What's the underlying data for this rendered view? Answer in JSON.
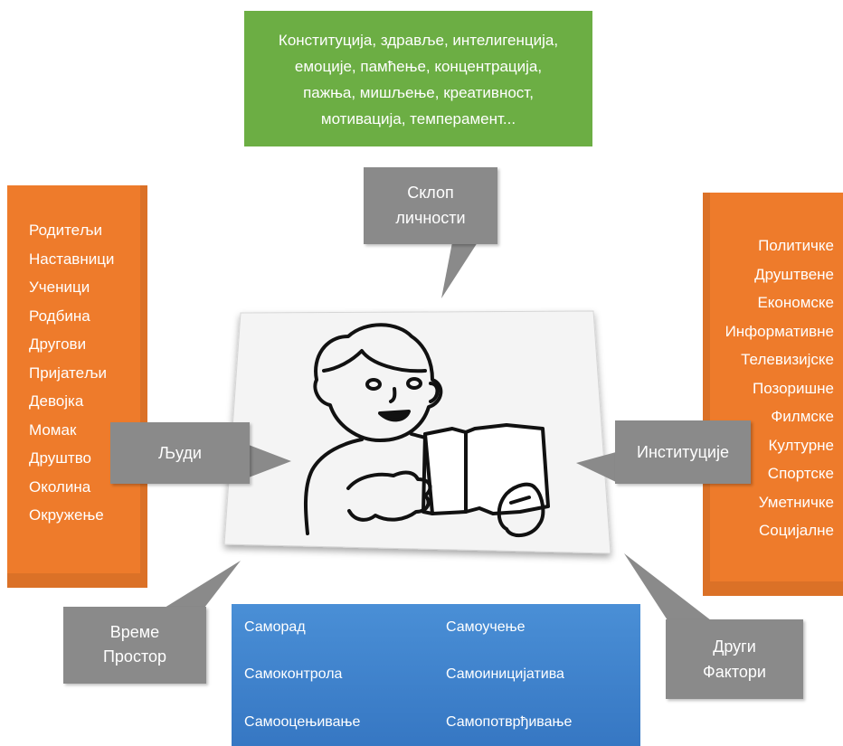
{
  "personality_box": {
    "lines": [
      "Конституција, здравље, интелигенција,",
      "емоције, памћење, концентрација,",
      "пажња, мишљење, креативност,",
      "мотивација, темперамент..."
    ]
  },
  "callouts": {
    "personality": [
      "Склоп",
      "личности"
    ],
    "people": "Људи",
    "institutions": "Институције",
    "time_space": [
      "Време",
      "Простор"
    ],
    "other_factors": [
      "Други",
      "Фактори"
    ]
  },
  "people_list": [
    "Родитељи",
    "Наставници",
    "Ученици",
    "Родбина",
    "Другови",
    "Пријатељи",
    "Девојка",
    "Момак",
    "Друштво",
    "Околина",
    "Окружење"
  ],
  "institutions_list": [
    "Политичке",
    "Друштвене",
    "Економске",
    "Информативне",
    "Телевизијске",
    "Позоришне",
    "Филмске",
    "Културне",
    "Спортске",
    "Уметничке",
    "Социјалне"
  ],
  "self_list": {
    "left": [
      "Саморад",
      "Самоконтрола",
      "Самооцењивање"
    ],
    "right": [
      "Самоучење",
      "Самоиницијатива",
      "Самопотврђивање"
    ]
  },
  "colors": {
    "green": "#6cae44",
    "orange": "#ee7b2b",
    "blue": "#3f83cc",
    "callout_gray": "#8a8a8a"
  },
  "center_image": "boy-reading-book-icon"
}
